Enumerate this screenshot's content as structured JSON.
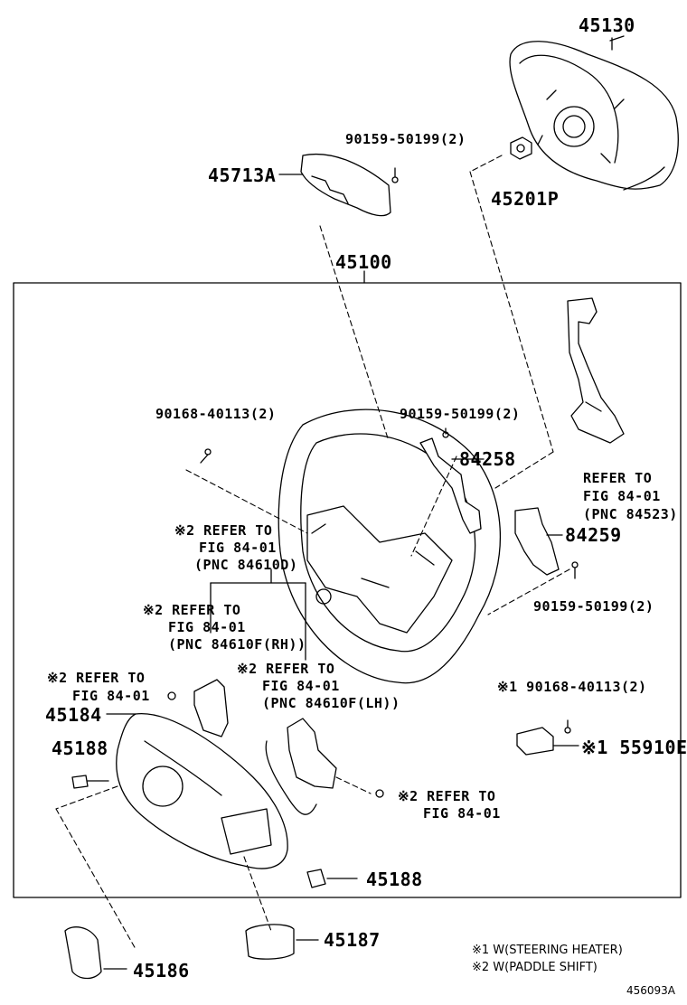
{
  "parts": {
    "p45130": "45130",
    "p90159_a": "90159-50199(2)",
    "p45713A": "45713A",
    "p45201P": "45201P",
    "p45100": "45100",
    "p90168_a": "90168-40113(2)",
    "p90159_b": "90159-50199(2)",
    "p84258": "84258",
    "p84259": "84259",
    "p90159_c": "90159-50199(2)",
    "p90168_b": "※1 90168-40113(2)",
    "p55910E": "※1 55910E",
    "p45184": "45184",
    "p45188_a": "45188",
    "p45188_b": "45188",
    "p45187": "45187",
    "p45186": "45186"
  },
  "refs": {
    "r84523": [
      "REFER TO",
      "FIG 84-01",
      "(PNC 84523)"
    ],
    "r84610D": [
      "※2 REFER TO",
      "FIG 84-01",
      "(PNC 84610D)"
    ],
    "r84610F_RH": [
      "※2 REFER TO",
      "FIG 84-01",
      "(PNC 84610F(RH))"
    ],
    "r84610F_LH": [
      "※2 REFER TO",
      "FIG 84-01",
      "(PNC 84610F(LH))"
    ],
    "r_left": [
      "※2 REFER TO",
      "FIG 84-01"
    ],
    "r_right": [
      "※2 REFER TO",
      "FIG 84-01"
    ]
  },
  "legend": {
    "note1": "※1 W(STEERING HEATER)",
    "note2": "※2 W(PADDLE SHIFT)"
  },
  "figure_id": "456093A"
}
